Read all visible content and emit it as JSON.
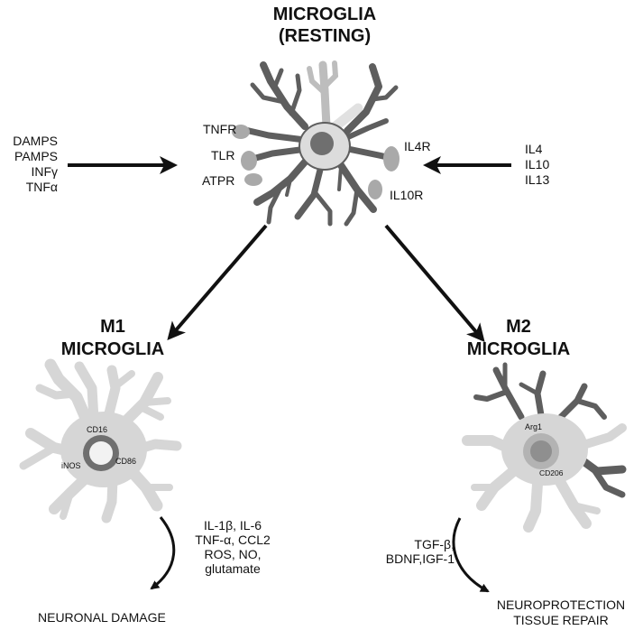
{
  "resting": {
    "title_line1": "MICROGLIA",
    "title_line2": "(RESTING)",
    "receptors_left": [
      "TNFR",
      "TLR",
      "ATPR"
    ],
    "receptors_right": [
      "IL4R",
      "IL10R"
    ]
  },
  "m1_stimuli": [
    "DAMPS",
    "PAMPS",
    "INFγ",
    "TNFα"
  ],
  "m2_stimuli": [
    "IL4",
    "IL10",
    "IL13"
  ],
  "m1": {
    "title_line1": "M1",
    "title_line2": "MICROGLIA",
    "markers": {
      "top": "CD16",
      "left": "iNOS",
      "right": "CD86"
    },
    "secreted": [
      "IL-1β, IL-6",
      "TNF-α, CCL2",
      "ROS, NO,",
      "glutamate"
    ],
    "outcome": "NEURONAL DAMAGE"
  },
  "m2": {
    "title_line1": "M2",
    "title_line2": "MICROGLIA",
    "markers": {
      "top": "Arg1",
      "bottom": "CD206"
    },
    "secreted": [
      "TGF-β,",
      "BDNF,IGF-1"
    ],
    "outcome_line1": "NEUROPROTECTION",
    "outcome_line2": "TISSUE REPAIR"
  },
  "colors": {
    "ink": "#111111",
    "body_light": "#d6d6d6",
    "branch_dark": "#5e5e5e",
    "nucleus_dark": "#6f6f6f",
    "receptor": "#a9a9a9"
  }
}
